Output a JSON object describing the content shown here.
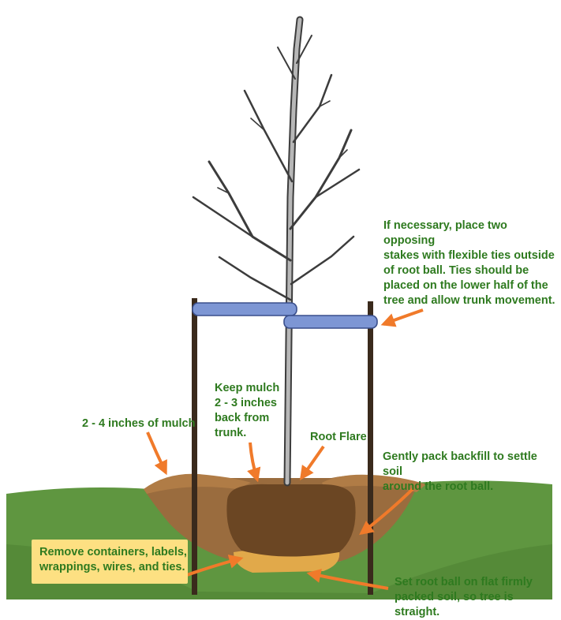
{
  "colors": {
    "label_text": "#2e7a1f",
    "arrow": "#f07a2a",
    "tie": "#7d96d4",
    "grass": "#5f9640",
    "soil": "#9a6c3e",
    "root_ball": "#6b4623",
    "gravel": "#e1a94a",
    "label_bg": "#fde082"
  },
  "icons": [
    "tree-illustration",
    "stake-icon",
    "tie-strap-icon",
    "arrow-icon"
  ],
  "annotations": {
    "stakes": "If necessary, place two opposing\nstakes with flexible ties outside\nof root ball. Ties should be\nplaced on the lower half of the\ntree and allow trunk movement.",
    "mulch_distance": "Keep mulch\n2 - 3 inches\nback from\ntrunk.",
    "mulch_depth": "2 - 4 inches of mulch",
    "root_flare": "Root Flare",
    "backfill": "Gently pack backfill to settle soil\naround the root ball.",
    "remove": "Remove containers, labels,\nwrappings, wires, and ties.",
    "root_ball": "Set root ball on flat firmly\npacked soil, so tree is straight."
  }
}
